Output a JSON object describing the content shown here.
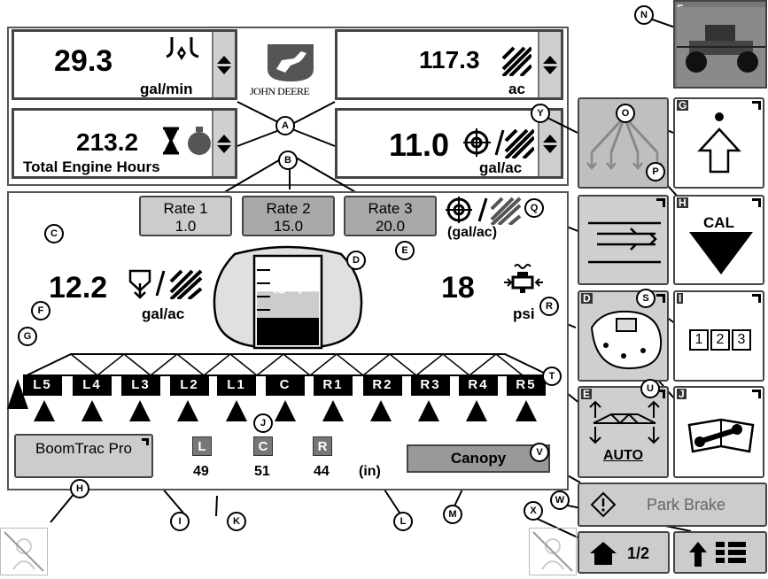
{
  "readouts": {
    "flow": {
      "value": "29.3",
      "unit": "gal/min"
    },
    "area": {
      "value": "117.3",
      "unit": "ac"
    },
    "hours": {
      "value": "213.2",
      "label": "Total Engine Hours"
    },
    "target_rate": {
      "value": "11.0",
      "unit": "gal/ac"
    }
  },
  "brand": {
    "logo_text": "JOHN DEERE",
    "color": "#367c2b"
  },
  "rates": [
    {
      "label": "Rate 1",
      "value": "1.0"
    },
    {
      "label": "Rate 2",
      "value": "15.0"
    },
    {
      "label": "Rate 3",
      "value": "20.0"
    }
  ],
  "rate_unit": "(gal/ac)",
  "applied_rate": {
    "value": "12.2",
    "unit": "gal/ac"
  },
  "tank": {
    "value": "416",
    "unit": "(gal)",
    "level": 0.62
  },
  "pressure": {
    "value": "18",
    "unit": "psi"
  },
  "sections": [
    "L5",
    "L4",
    "L3",
    "L2",
    "L1",
    "C",
    "R1",
    "R2",
    "R3",
    "R4",
    "R5"
  ],
  "heights": {
    "items": [
      {
        "label": "L",
        "value": "49"
      },
      {
        "label": "C",
        "value": "51"
      },
      {
        "label": "R",
        "value": "44"
      }
    ],
    "unit": "(in)"
  },
  "buttons": {
    "boomtrac": "BoomTrac Pro",
    "canopy": "Canopy",
    "park_brake": "Park Brake",
    "home_page": "1/2",
    "cal": "CAL",
    "auto": "AUTO",
    "numbers": [
      "1",
      "2",
      "3"
    ]
  },
  "shortcut_letters": [
    "F",
    "G",
    "H",
    "D",
    "I",
    "E",
    "J"
  ],
  "callouts": [
    "N",
    "O",
    "Y",
    "A",
    "B",
    "C",
    "D",
    "E",
    "F",
    "G",
    "H",
    "I",
    "J",
    "K",
    "L",
    "M",
    "P",
    "Q",
    "R",
    "S",
    "T",
    "U",
    "V",
    "W",
    "X"
  ]
}
